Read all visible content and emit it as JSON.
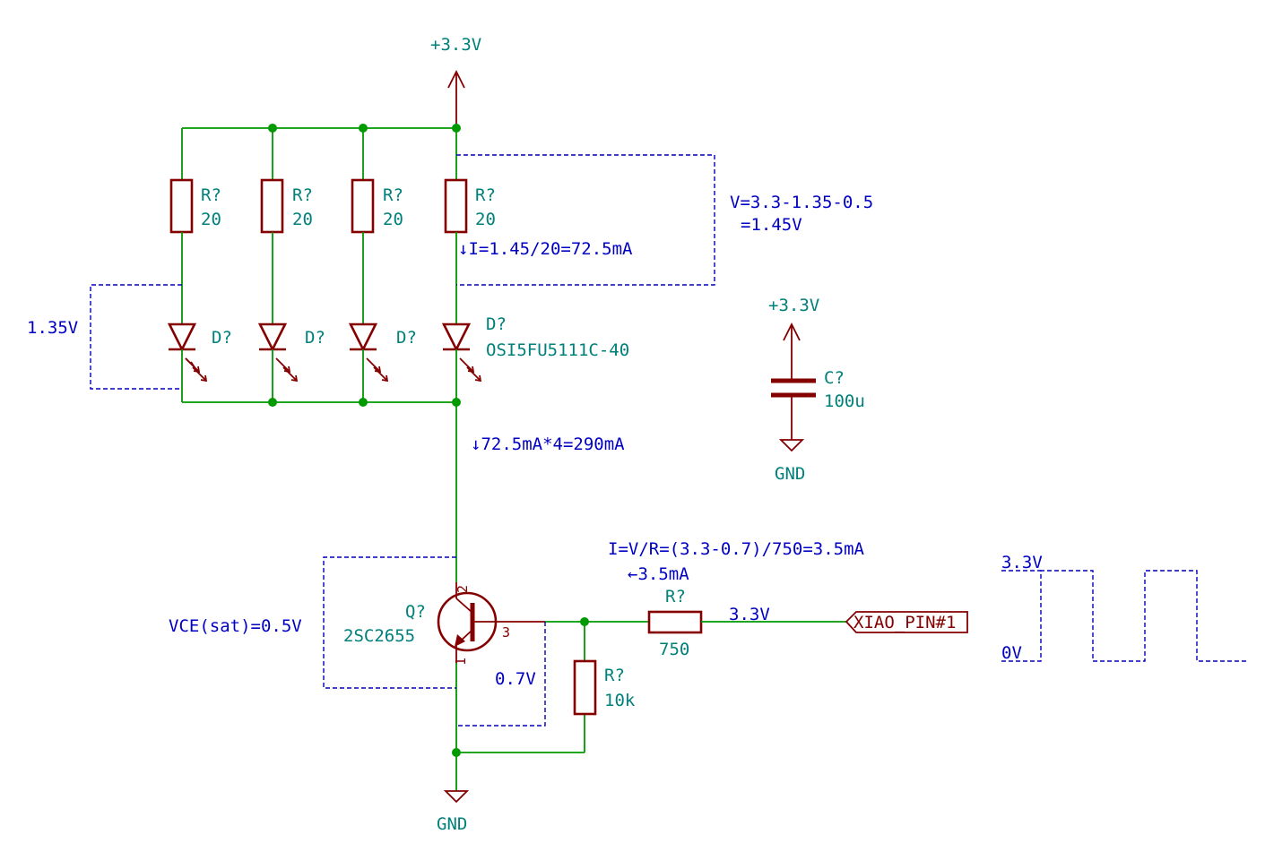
{
  "power": {
    "top_vcc": "+3.3V",
    "cap_vcc": "+3.3V",
    "cap_gnd": "GND",
    "bottom_gnd": "GND"
  },
  "resistors": {
    "led_series": [
      {
        "ref": "R?",
        "value": "20"
      },
      {
        "ref": "R?",
        "value": "20"
      },
      {
        "ref": "R?",
        "value": "20"
      },
      {
        "ref": "R?",
        "value": "20"
      }
    ],
    "base": {
      "ref": "R?",
      "value": "750"
    },
    "pulldown": {
      "ref": "R?",
      "value": "10k"
    }
  },
  "leds": [
    {
      "ref": "D?"
    },
    {
      "ref": "D?"
    },
    {
      "ref": "D?"
    },
    {
      "ref": "D?",
      "value": "OSI5FU5111C-40"
    }
  ],
  "capacitor": {
    "ref": "C?",
    "value": "100u"
  },
  "transistor": {
    "ref": "Q?",
    "value": "2SC2655",
    "pin_collector": "2",
    "pin_base": "3",
    "pin_emitter": "1"
  },
  "global_label": "XIAO_PIN#1",
  "notes": {
    "resistor_voltage_line1": "V=3.3-1.35-0.5",
    "resistor_voltage_line2": "=1.45V",
    "resistor_current": "↓I=1.45/20=72.5mA",
    "led_vf": "1.35V",
    "total_current": "↓72.5mA*4=290mA",
    "base_formula": "I=V/R=(3.3-0.7)/750=3.5mA",
    "base_current": "←3.5mA",
    "pin_voltage": "3.3V",
    "vce_sat": "VCE(sat)=0.5V",
    "vbe": "0.7V",
    "wave_high": "3.3V",
    "wave_low": "0V"
  },
  "colors": {
    "wire": "#009900",
    "component": "#840000",
    "reference_text": "#00807a",
    "note_text": "#0000c4"
  }
}
